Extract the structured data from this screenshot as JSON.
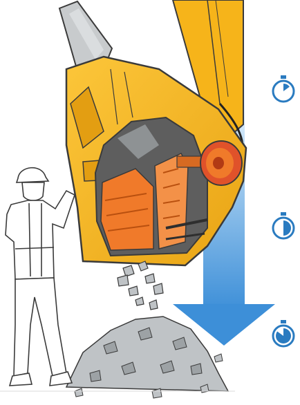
{
  "scene": {
    "subject": "bucket-crusher-cutaway",
    "colors": {
      "bucket_yellow": "#F6B41A",
      "bucket_dark": "#D98F0A",
      "jaw_orange": "#F07A2A",
      "arrow_blue": "#3D8FD8",
      "arrow_light": "#DDEEFA",
      "timer_blue": "#2A7BC0",
      "rubble_gray": "#BFC3C6",
      "outline": "#3A3A3A"
    }
  },
  "timers": [
    {
      "name": "timer-icon-top",
      "icon": "stopwatch-icon",
      "fill_fraction": 0.15
    },
    {
      "name": "timer-icon-middle",
      "icon": "stopwatch-icon",
      "fill_fraction": 0.5
    },
    {
      "name": "timer-icon-bottom",
      "icon": "stopwatch-icon",
      "fill_fraction": 0.85
    }
  ]
}
